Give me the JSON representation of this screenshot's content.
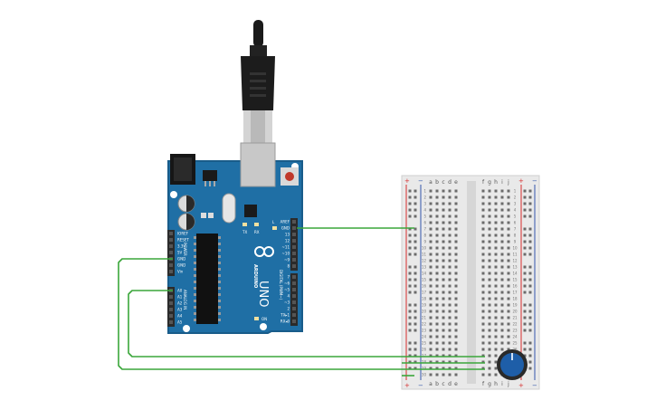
{
  "circuit": {
    "arduino": {
      "brand": "ARDUINO",
      "model": "UNO",
      "digital_label": "DIGITAL (PWM~)",
      "analog_label": "ANALOG IN",
      "power_label": "POWER",
      "on_label": "ON",
      "tx_label": "TX",
      "rx_label": "RX",
      "l_label": "L",
      "header_top": [
        "AREF",
        "GND",
        "13",
        "12",
        "~11",
        "~10",
        "~9",
        "8"
      ],
      "header_bottom": [
        "7",
        "~6",
        "~5",
        "4",
        "~3",
        "2",
        "TX▸1",
        "RX◂0"
      ],
      "power_pins": [
        "IOREF",
        "RESET",
        "3.3V",
        "5V",
        "GND",
        "GND",
        "Vin"
      ],
      "analog_pins": [
        "A0",
        "A1",
        "A2",
        "A3",
        "A4",
        "A5"
      ]
    },
    "breadboard": {
      "columns_left": [
        "a",
        "b",
        "c",
        "d",
        "e"
      ],
      "columns_right": [
        "f",
        "g",
        "h",
        "i",
        "j"
      ],
      "rows": [
        "1",
        "2",
        "3",
        "4",
        "5",
        "6",
        "7",
        "8",
        "9",
        "10",
        "11",
        "12",
        "13",
        "14",
        "15",
        "16",
        "17",
        "18",
        "19",
        "20",
        "21",
        "22",
        "23",
        "24",
        "25",
        "26",
        "27",
        "28",
        "29",
        "30"
      ],
      "rail_plus": "+",
      "rail_minus": "−"
    },
    "wires": [
      "gnd-to-breadboard",
      "5v-to-breadboard",
      "a0-to-potentiometer"
    ],
    "colors": {
      "board": "#1f6fa5",
      "board_edge": "#195c8a",
      "wire": "#3aa63a",
      "breadboard": "#e9e9e9",
      "rail_red": "#d62d2d",
      "rail_blue": "#3355aa",
      "header": "#2b2b2b",
      "knob": "#1e5ea8"
    }
  }
}
